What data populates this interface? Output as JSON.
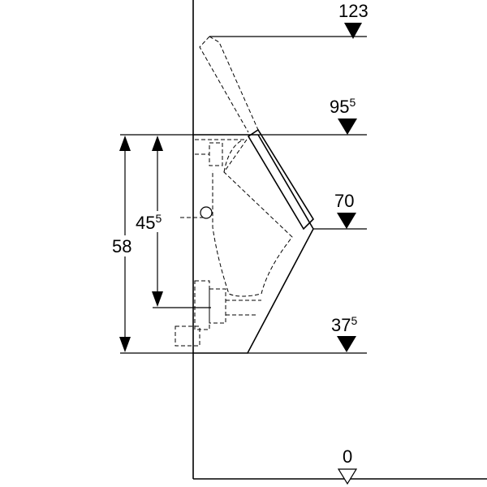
{
  "levels": [
    {
      "id": "level-123",
      "main": "123",
      "sup": "",
      "marker": "filled"
    },
    {
      "id": "level-95-5",
      "main": "95",
      "sup": "5",
      "marker": "filled"
    },
    {
      "id": "level-70",
      "main": "70",
      "sup": "",
      "marker": "filled"
    },
    {
      "id": "level-37-5",
      "main": "37",
      "sup": "5",
      "marker": "filled"
    },
    {
      "id": "level-0",
      "main": "0",
      "sup": "",
      "marker": "outline"
    }
  ],
  "dimensions": [
    {
      "id": "dim-58",
      "main": "58",
      "sup": ""
    },
    {
      "id": "dim-45-5",
      "main": "45",
      "sup": "5"
    }
  ]
}
